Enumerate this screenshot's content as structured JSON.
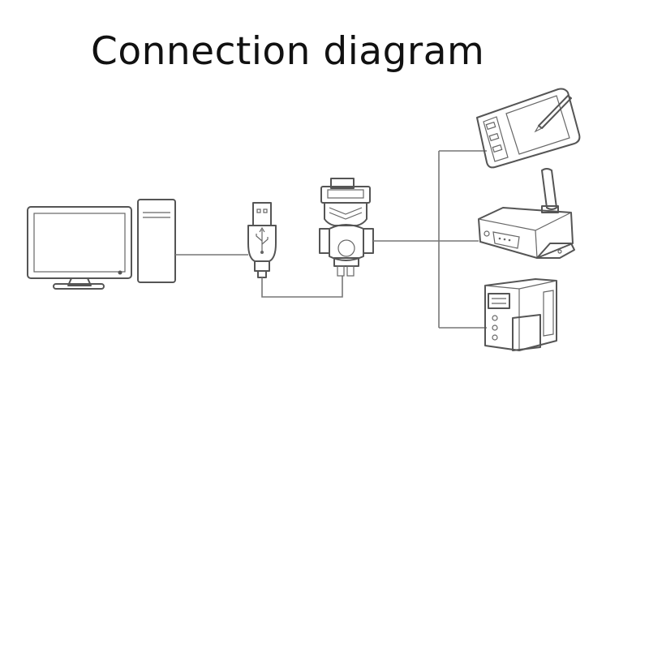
{
  "title": "Connection diagram",
  "colors": {
    "line": "#555555",
    "wire": "#777777",
    "background": "#ffffff"
  },
  "nodes": [
    {
      "id": "computer",
      "icon": "desktop-computer-icon"
    },
    {
      "id": "usb_plug",
      "icon": "usb-plug-icon"
    },
    {
      "id": "db9_connector",
      "icon": "db9-serial-connector-icon"
    },
    {
      "id": "drawing_tablet",
      "icon": "drawing-tablet-icon"
    },
    {
      "id": "wireless_router",
      "icon": "serial-device-server-icon"
    },
    {
      "id": "label_printer",
      "icon": "industrial-printer-icon"
    }
  ],
  "edges": [
    {
      "from": "computer",
      "to": "usb_plug"
    },
    {
      "from": "usb_plug",
      "to": "db9_connector"
    },
    {
      "from": "db9_connector",
      "to": "drawing_tablet"
    },
    {
      "from": "db9_connector",
      "to": "wireless_router"
    },
    {
      "from": "db9_connector",
      "to": "label_printer"
    }
  ]
}
